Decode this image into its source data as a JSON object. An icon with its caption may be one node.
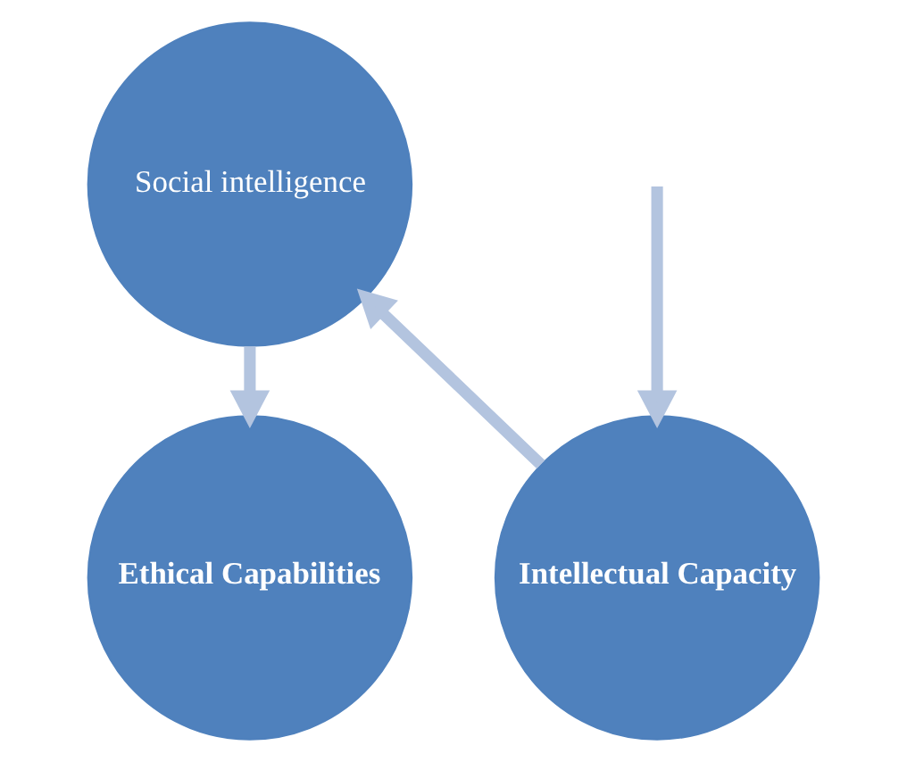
{
  "diagram": {
    "nodes": [
      {
        "text": [
          "Social intelligence"
        ]
      },
      {
        "text": [
          "Intellectual Capacity"
        ]
      },
      {
        "text": [
          "Ethical Capabilities"
        ]
      }
    ],
    "edges": [
      {
        "from": 1,
        "to": 0,
        "arrow": "to"
      },
      {
        "from": 0,
        "to": 2,
        "arrow": "to"
      },
      {
        "from": null,
        "to": 1,
        "arrow": "to"
      }
    ]
  }
}
